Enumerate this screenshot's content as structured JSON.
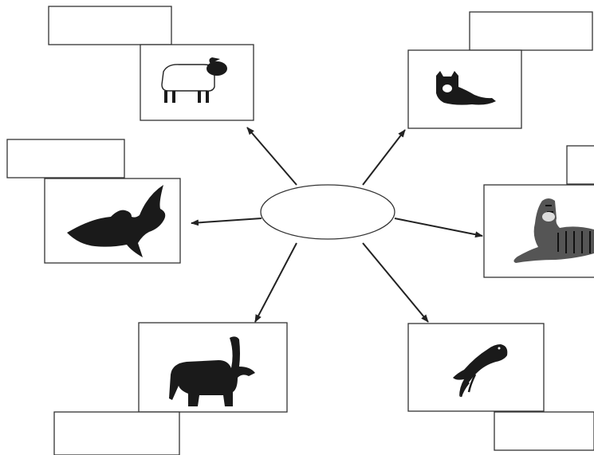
{
  "diagram": {
    "title": "",
    "center": {
      "label": ""
    },
    "branches": [
      {
        "id": "sheep",
        "icon": "sheep-icon",
        "label": ""
      },
      {
        "id": "cat",
        "icon": "cat-icon",
        "label": ""
      },
      {
        "id": "eagle",
        "icon": "eagle-icon",
        "label": ""
      },
      {
        "id": "tiger",
        "icon": "tiger-icon",
        "label": ""
      },
      {
        "id": "elephant",
        "icon": "elephant-icon",
        "label": ""
      },
      {
        "id": "parrot",
        "icon": "parrot-icon",
        "label": ""
      }
    ]
  },
  "colors": {
    "stroke": "#222222",
    "fill": "#ffffff",
    "silhouette": "#1a1a1a"
  }
}
